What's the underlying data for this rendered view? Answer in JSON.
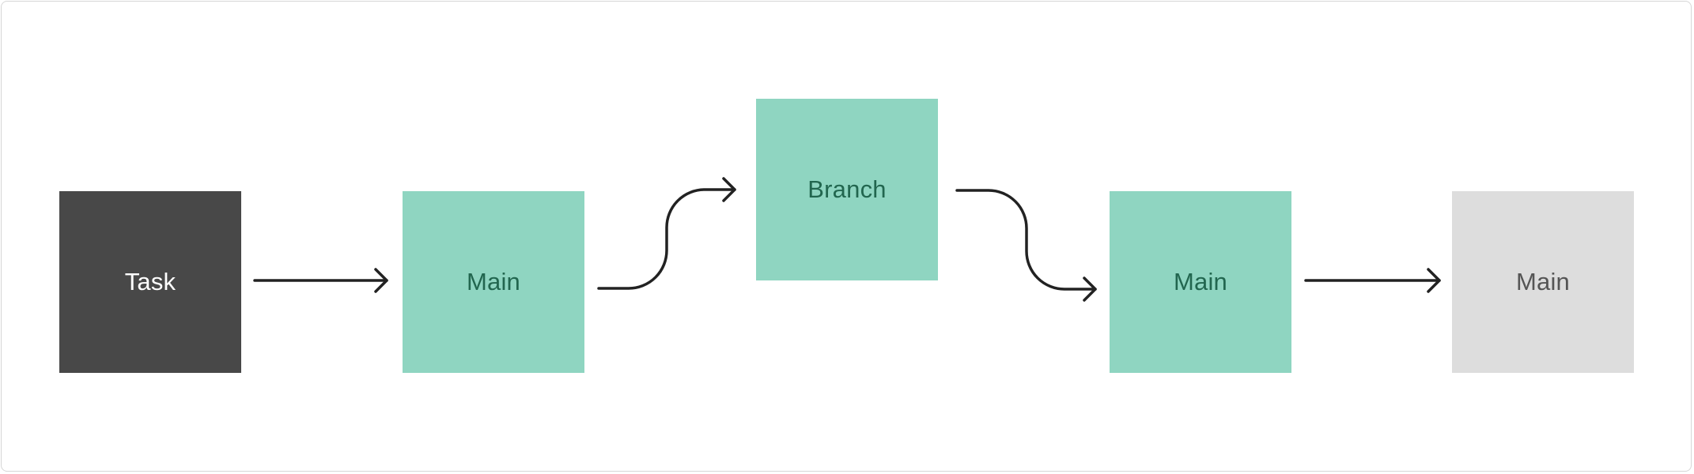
{
  "diagram": {
    "nodes": {
      "task": {
        "label": "Task",
        "color": "#484848"
      },
      "main_1": {
        "label": "Main",
        "color": "#8fd5c1"
      },
      "branch": {
        "label": "Branch",
        "color": "#8fd5c1"
      },
      "main_2": {
        "label": "Main",
        "color": "#8fd5c1"
      },
      "main_3": {
        "label": "Main",
        "color": "#dddddd"
      }
    },
    "edges": [
      {
        "from": "task",
        "to": "main_1",
        "shape": "straight"
      },
      {
        "from": "main_1",
        "to": "branch",
        "shape": "curve-up"
      },
      {
        "from": "branch",
        "to": "main_2",
        "shape": "curve-down"
      },
      {
        "from": "main_2",
        "to": "main_3",
        "shape": "straight"
      }
    ],
    "colors": {
      "dark_node": "#484848",
      "active_node": "#8fd5c1",
      "inactive_node": "#dddddd",
      "arrow": "#222222"
    }
  }
}
